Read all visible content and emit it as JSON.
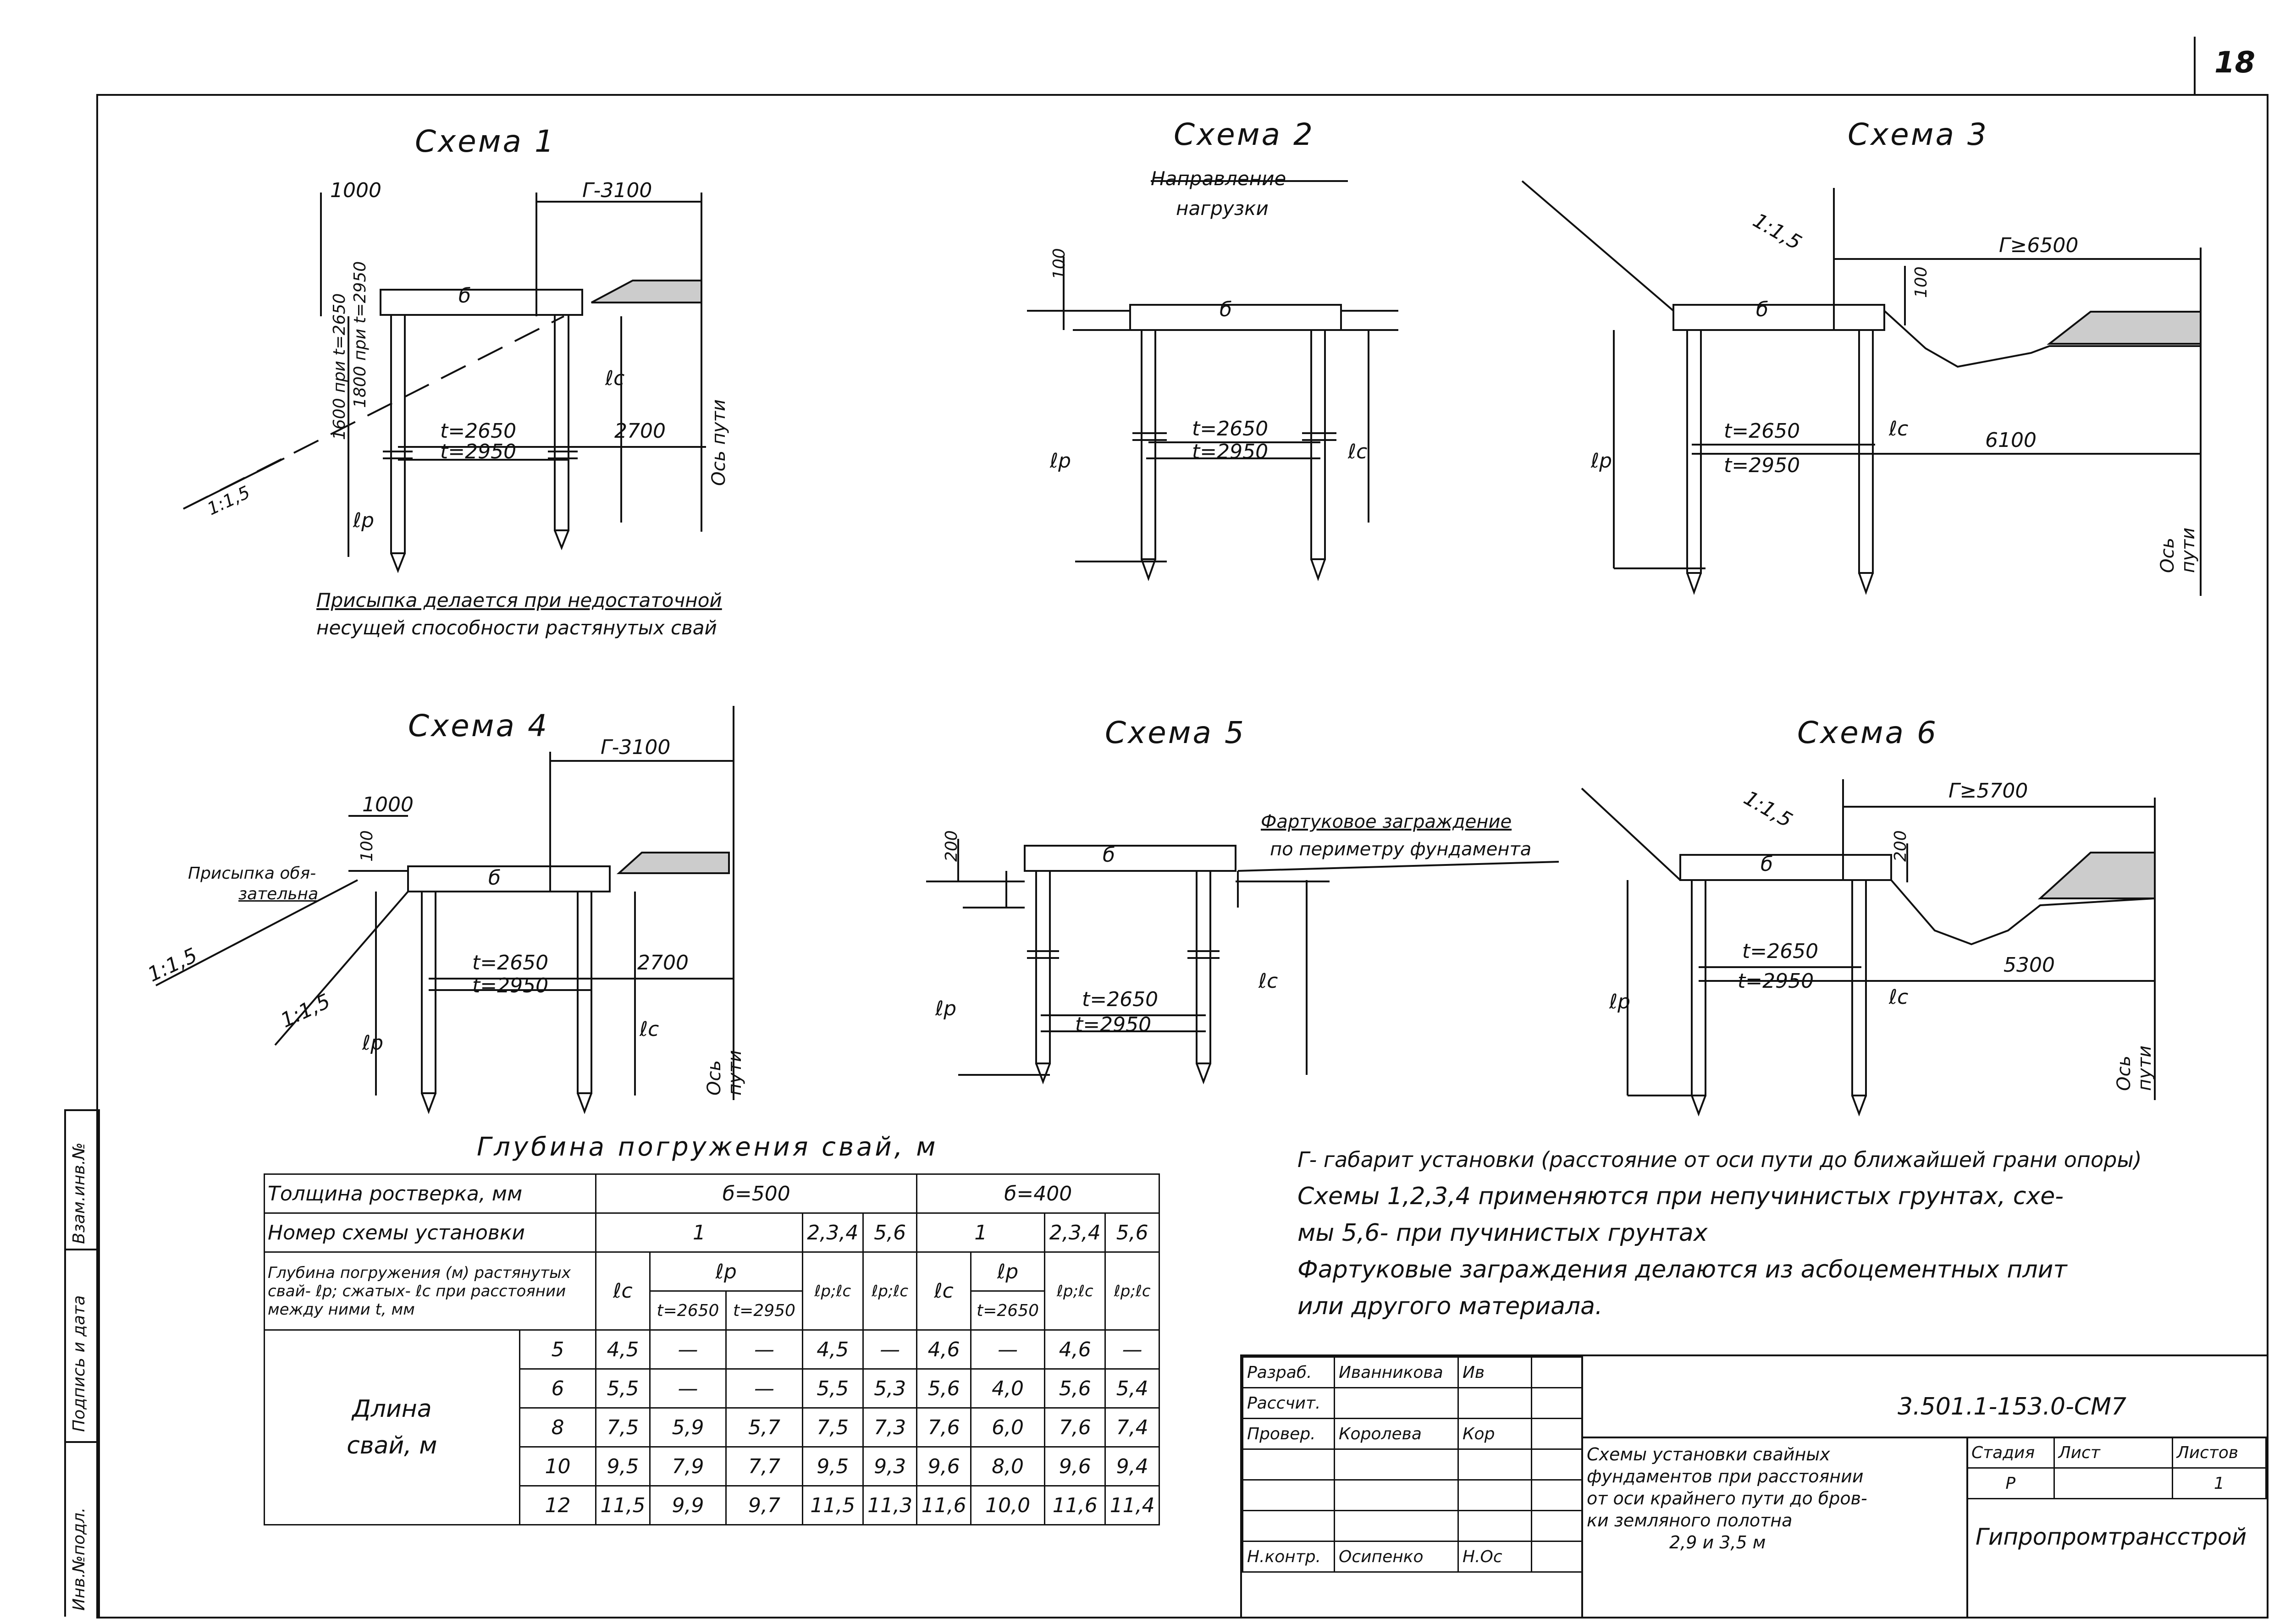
{
  "sheet_number": "18",
  "schemes": {
    "s1": {
      "title": "Схема 1",
      "dim_w": "1000",
      "gabarit": "Г-3100",
      "dim_v1": "1600 при t=2650",
      "dim_v2": "1800 при t=2950",
      "t1": "t=2650",
      "t2": "t=2950",
      "dist": "2700",
      "axis": "Ось пути",
      "slope": "1:1,5",
      "b": "б",
      "lc": "ℓc",
      "lp": "ℓp",
      "note1": "Присыпка делается при недостаточной",
      "note2": "несущей способности растянутых свай"
    },
    "s2": {
      "title": "Схема 2",
      "load1": "Направление",
      "load2": "нагрузки",
      "dim_h": "100",
      "t1": "t=2650",
      "t2": "t=2950",
      "b": "б",
      "lc": "ℓc",
      "lp": "ℓp"
    },
    "s3": {
      "title": "Схема 3",
      "slope": "1:1,5",
      "gabarit": "Г≥6500",
      "dim_h": "100",
      "dist": "6100",
      "t1": "t=2650",
      "t2": "t=2950",
      "axis1": "Ось",
      "axis2": "пути",
      "b": "б",
      "lc": "ℓc",
      "lp": "ℓp"
    },
    "s4": {
      "title": "Схема 4",
      "gabarit": "Г-3100",
      "dim_w": "1000",
      "dim_h": "100",
      "note1": "Присыпка обя-",
      "note2": "зательна",
      "slope": "1:1,5",
      "t1": "t=2650",
      "t2": "t=2950",
      "dist": "2700",
      "axis1": "Ось",
      "axis2": "пути",
      "b": "б",
      "lc": "ℓc",
      "lp": "ℓp"
    },
    "s5": {
      "title": "Схема 5",
      "dim_h": "200",
      "apron1": "Фартуковое заграждение",
      "apron2": "по периметру фундамента",
      "t1": "t=2650",
      "t2": "t=2950",
      "b": "б",
      "lc": "ℓc",
      "lp": "ℓp"
    },
    "s6": {
      "title": "Схема 6",
      "slope": "1:1,5",
      "gabarit": "Г≥5700",
      "dim_h": "200",
      "dist": "5300",
      "t1": "t=2650",
      "t2": "t=2950",
      "axis1": "Ось",
      "axis2": "пути",
      "b": "б",
      "lc": "ℓc",
      "lp": "ℓp"
    }
  },
  "notes": [
    "Г- габарит установки (расстояние от оси пути до ближайшей грани опоры)",
    "Схемы 1,2,3,4 применяются при непучинистых грунтах, схе-",
    "мы 5,6- при пучинистых грунтах",
    "Фартуковые заграждения делаются из асбоцементных плит",
    "или другого материала."
  ],
  "depth_table": {
    "title": "Глубина погружения свай, м",
    "h_thickness": "Толщина ростверка, мм",
    "h_b500": "б=500",
    "h_b400": "б=400",
    "h_scheme": "Номер схемы установки",
    "scheme_cols": [
      "1",
      "2,3,4",
      "5,6",
      "1",
      "2,3,4",
      "5,6"
    ],
    "h_depth": "Глубина погружения (м) растянутых свай- ℓр; сжатых- ℓс при расстоянии между ними t, мм",
    "sub_lc": "ℓc",
    "sub_lp": "ℓp",
    "sub_t2650": "t=2650",
    "sub_t2950": "t=2950",
    "sub_lplc": "ℓp;ℓc",
    "length_label1": "Длина",
    "length_label2": "свай, м",
    "rows": [
      {
        "len": "5",
        "v": [
          "4,5",
          "—",
          "—",
          "4,5",
          "—",
          "4,6",
          "—",
          "4,6",
          "—"
        ]
      },
      {
        "len": "6",
        "v": [
          "5,5",
          "—",
          "—",
          "5,5",
          "5,3",
          "5,6",
          "4,0",
          "5,6",
          "5,4"
        ]
      },
      {
        "len": "8",
        "v": [
          "7,5",
          "5,9",
          "5,7",
          "7,5",
          "7,3",
          "7,6",
          "6,0",
          "7,6",
          "7,4"
        ]
      },
      {
        "len": "10",
        "v": [
          "9,5",
          "7,9",
          "7,7",
          "9,5",
          "9,3",
          "9,6",
          "8,0",
          "9,6",
          "9,4"
        ]
      },
      {
        "len": "12",
        "v": [
          "11,5",
          "9,9",
          "9,7",
          "11,5",
          "11,3",
          "11,6",
          "10,0",
          "11,6",
          "11,4"
        ]
      }
    ]
  },
  "title_block": {
    "code": "3.501.1-153.0-СМ7",
    "roles": [
      {
        "role": "Разраб.",
        "name": "Иванникова",
        "sign": "Ив"
      },
      {
        "role": "Рассчит.",
        "name": "",
        "sign": ""
      },
      {
        "role": "Провер.",
        "name": "Королева",
        "sign": "Кор"
      },
      {
        "role": "",
        "name": "",
        "sign": ""
      },
      {
        "role": "",
        "name": "",
        "sign": ""
      },
      {
        "role": "",
        "name": "",
        "sign": ""
      },
      {
        "role": "Н.контр.",
        "name": "Осипенко",
        "sign": "Н.Ос"
      }
    ],
    "description": [
      "Схемы установки свайных",
      "фундаментов при расстоянии",
      "от оси крайнего пути до бров-",
      "ки земляного полотна",
      "2,9 и 3,5 м"
    ],
    "stage_h": "Стадия",
    "sheet_h": "Лист",
    "sheets_h": "Листов",
    "stage": "Р",
    "sheet": "",
    "sheets": "1",
    "org": "Гипропромтрансстрой"
  },
  "margin": [
    "Инв.№подл.",
    "Подпись и дата",
    "Взам.инв.№"
  ]
}
